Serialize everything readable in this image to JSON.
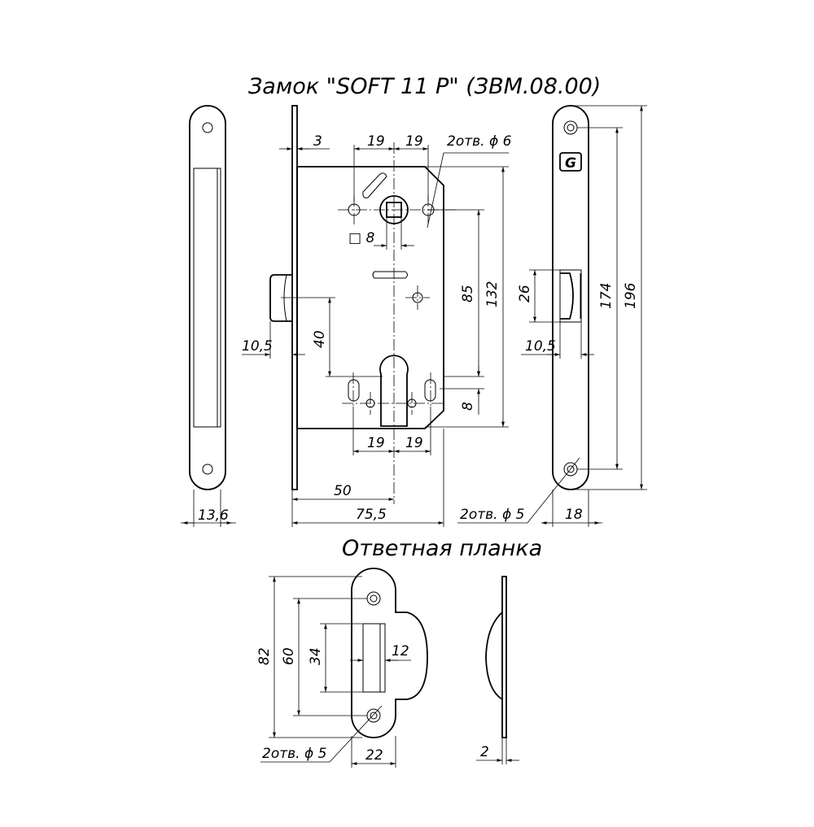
{
  "title": "Замок \"SOFT 11 P\" (ЗВМ.08.00)",
  "strike_title": "Ответная планка",
  "dims": {
    "d3": "3",
    "d19_tl": "19",
    "d19_tr": "19",
    "holes_top": "2отв. ϕ 6",
    "sq8": "□ 8",
    "d85": "85",
    "d132": "132",
    "d40": "40",
    "d10_5_left": "10,5",
    "d8": "8",
    "d19_bl": "19",
    "d19_br": "19",
    "d50": "50",
    "d75_5": "75,5",
    "d13_6": "13,6",
    "d26": "26",
    "d174": "174",
    "d196": "196",
    "d10_5_right": "10,5",
    "holes_bottom": "2отв. ϕ 5",
    "d18": "18",
    "s82": "82",
    "s60": "60",
    "s34": "34",
    "s12": "12",
    "s_holes": "2отв.  ϕ 5",
    "s22": "22",
    "s2": "2"
  },
  "logo_letter": "G"
}
